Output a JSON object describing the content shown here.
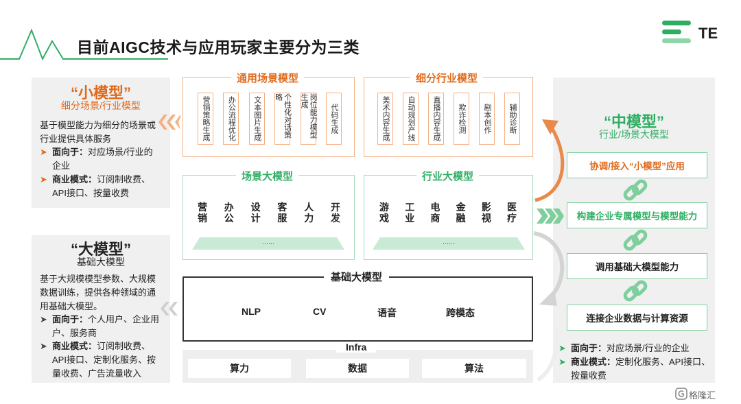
{
  "header": {
    "title": "目前AIGC技术与应用玩家主要分为三类",
    "logo_text": "TE"
  },
  "left": {
    "small": {
      "heading": "“小模型”",
      "sub": "细分场景/行业模型",
      "desc": "基于模型能力为细分的场景或行业提供具体服务",
      "bullets": [
        {
          "label": "面向于：",
          "text": "对应场景/行业的企业"
        },
        {
          "label": "商业模式：",
          "text": "订阅制收费、API接口、按量收费"
        }
      ]
    },
    "large": {
      "heading": "“大模型”",
      "sub": "基础大模型",
      "desc": "基于大规模模型参数、大规模数据训练，提供各种领域的通用基础大模型。",
      "bullets": [
        {
          "label": "面向于：",
          "text": "个人用户、企业用户、服务商"
        },
        {
          "label": "商业模式：",
          "text": "订阅制收费、API接口、定制化服务、按量收费、广告流量收入"
        }
      ]
    }
  },
  "center": {
    "general_scene": {
      "title": "通用场景模型",
      "items": [
        "营销策略生成",
        "办公流程优化",
        "文本图片生成",
        "个性化对话策略",
        "岗位能力模型生成",
        "代码生成"
      ]
    },
    "industry_detail": {
      "title": "细分行业模型",
      "items": [
        "美术内容生成",
        "自动规划产线",
        "直播内容生成",
        "欺诈检测",
        "剧本创作",
        "辅助诊断"
      ]
    },
    "scene_large": {
      "title": "场景大模型",
      "items": [
        "营销",
        "办公",
        "设计",
        "客服",
        "人力",
        "开发"
      ],
      "ellipsis": "......"
    },
    "industry_large": {
      "title": "行业大模型",
      "items": [
        "游戏",
        "工业",
        "电商",
        "金融",
        "影视",
        "医疗"
      ],
      "ellipsis": "......"
    },
    "base": {
      "title": "基础大模型",
      "items": [
        "NLP",
        "CV",
        "语音",
        "跨模态"
      ]
    },
    "infra": {
      "title": "Infra",
      "items": [
        "算力",
        "数据",
        "算法"
      ]
    }
  },
  "right": {
    "heading": "“中模型”",
    "sub": "行业/场景大模型",
    "steps": [
      "协调/接入“小模型”应用",
      "构建企业专属模型与模型能力",
      "调用基础大模型能力",
      "连接企业数据与计算资源"
    ],
    "bullets": [
      {
        "label": "面向于：",
        "text": "对应场景/行业的企业"
      },
      {
        "label": "商业模式：",
        "text": "定制化服务、API接口、按量收费"
      }
    ]
  },
  "watermark": "格隆汇",
  "colors": {
    "orange": "#e06a1b",
    "green": "#2fae63",
    "light_orange": "#f4b183",
    "light_green": "#a9dbbd"
  }
}
